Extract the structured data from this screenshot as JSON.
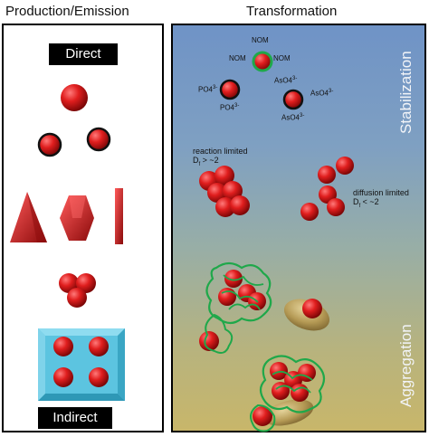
{
  "headers": {
    "left": "Production/Emission",
    "right": "Transformation"
  },
  "left_panel": {
    "direct_label": "Direct",
    "indirect_label": "Indirect"
  },
  "right_panel": {
    "stabilization_label": "Stabilization",
    "aggregation_label": "Aggregation",
    "nom_labels": [
      "NOM",
      "NOM",
      "NOM"
    ],
    "phosphate_labels": [
      "PO4",
      "PO4"
    ],
    "phosphate_charge": "3-",
    "arsenate_labels": [
      "AsO4",
      "AsO4",
      "AsO4"
    ],
    "arsenate_charge": "3-",
    "reaction_limited": {
      "title": "reaction limited",
      "df_symbol": "D",
      "df_sub": "f",
      "df_rel": " > ~2"
    },
    "diffusion_limited": {
      "title": "diffusion limited",
      "df_symbol": "D",
      "df_sub": "f",
      "df_rel": " < ~2"
    }
  },
  "colors": {
    "particle": "#d41c1c",
    "nom_coating": "#1fa84a",
    "substrate_blue": "#5cc4e0",
    "sediment": "#b59a55"
  }
}
